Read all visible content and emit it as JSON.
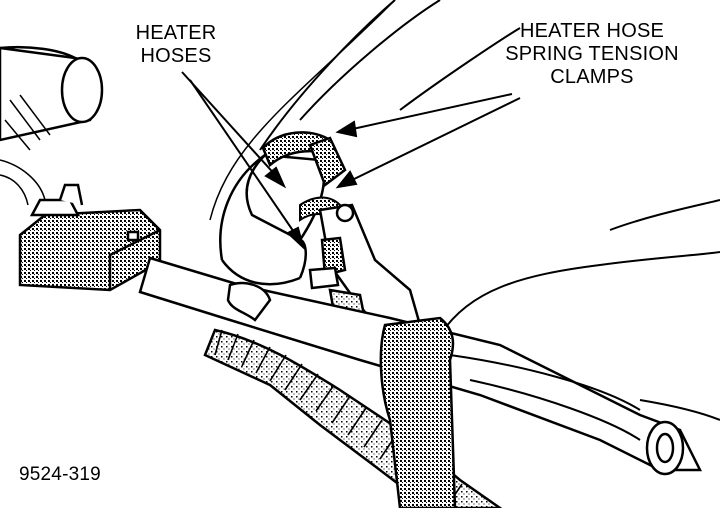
{
  "callouts": {
    "heater_hoses": [
      "HEATER",
      "HOSES"
    ],
    "spring_clamps": [
      "HEATER HOSE",
      "SPRING TENSION",
      "CLAMPS"
    ]
  },
  "figure_id": "9524-319",
  "colors": {
    "ink": "#000000",
    "paper": "#ffffff",
    "shade": "#9a9a9a"
  }
}
